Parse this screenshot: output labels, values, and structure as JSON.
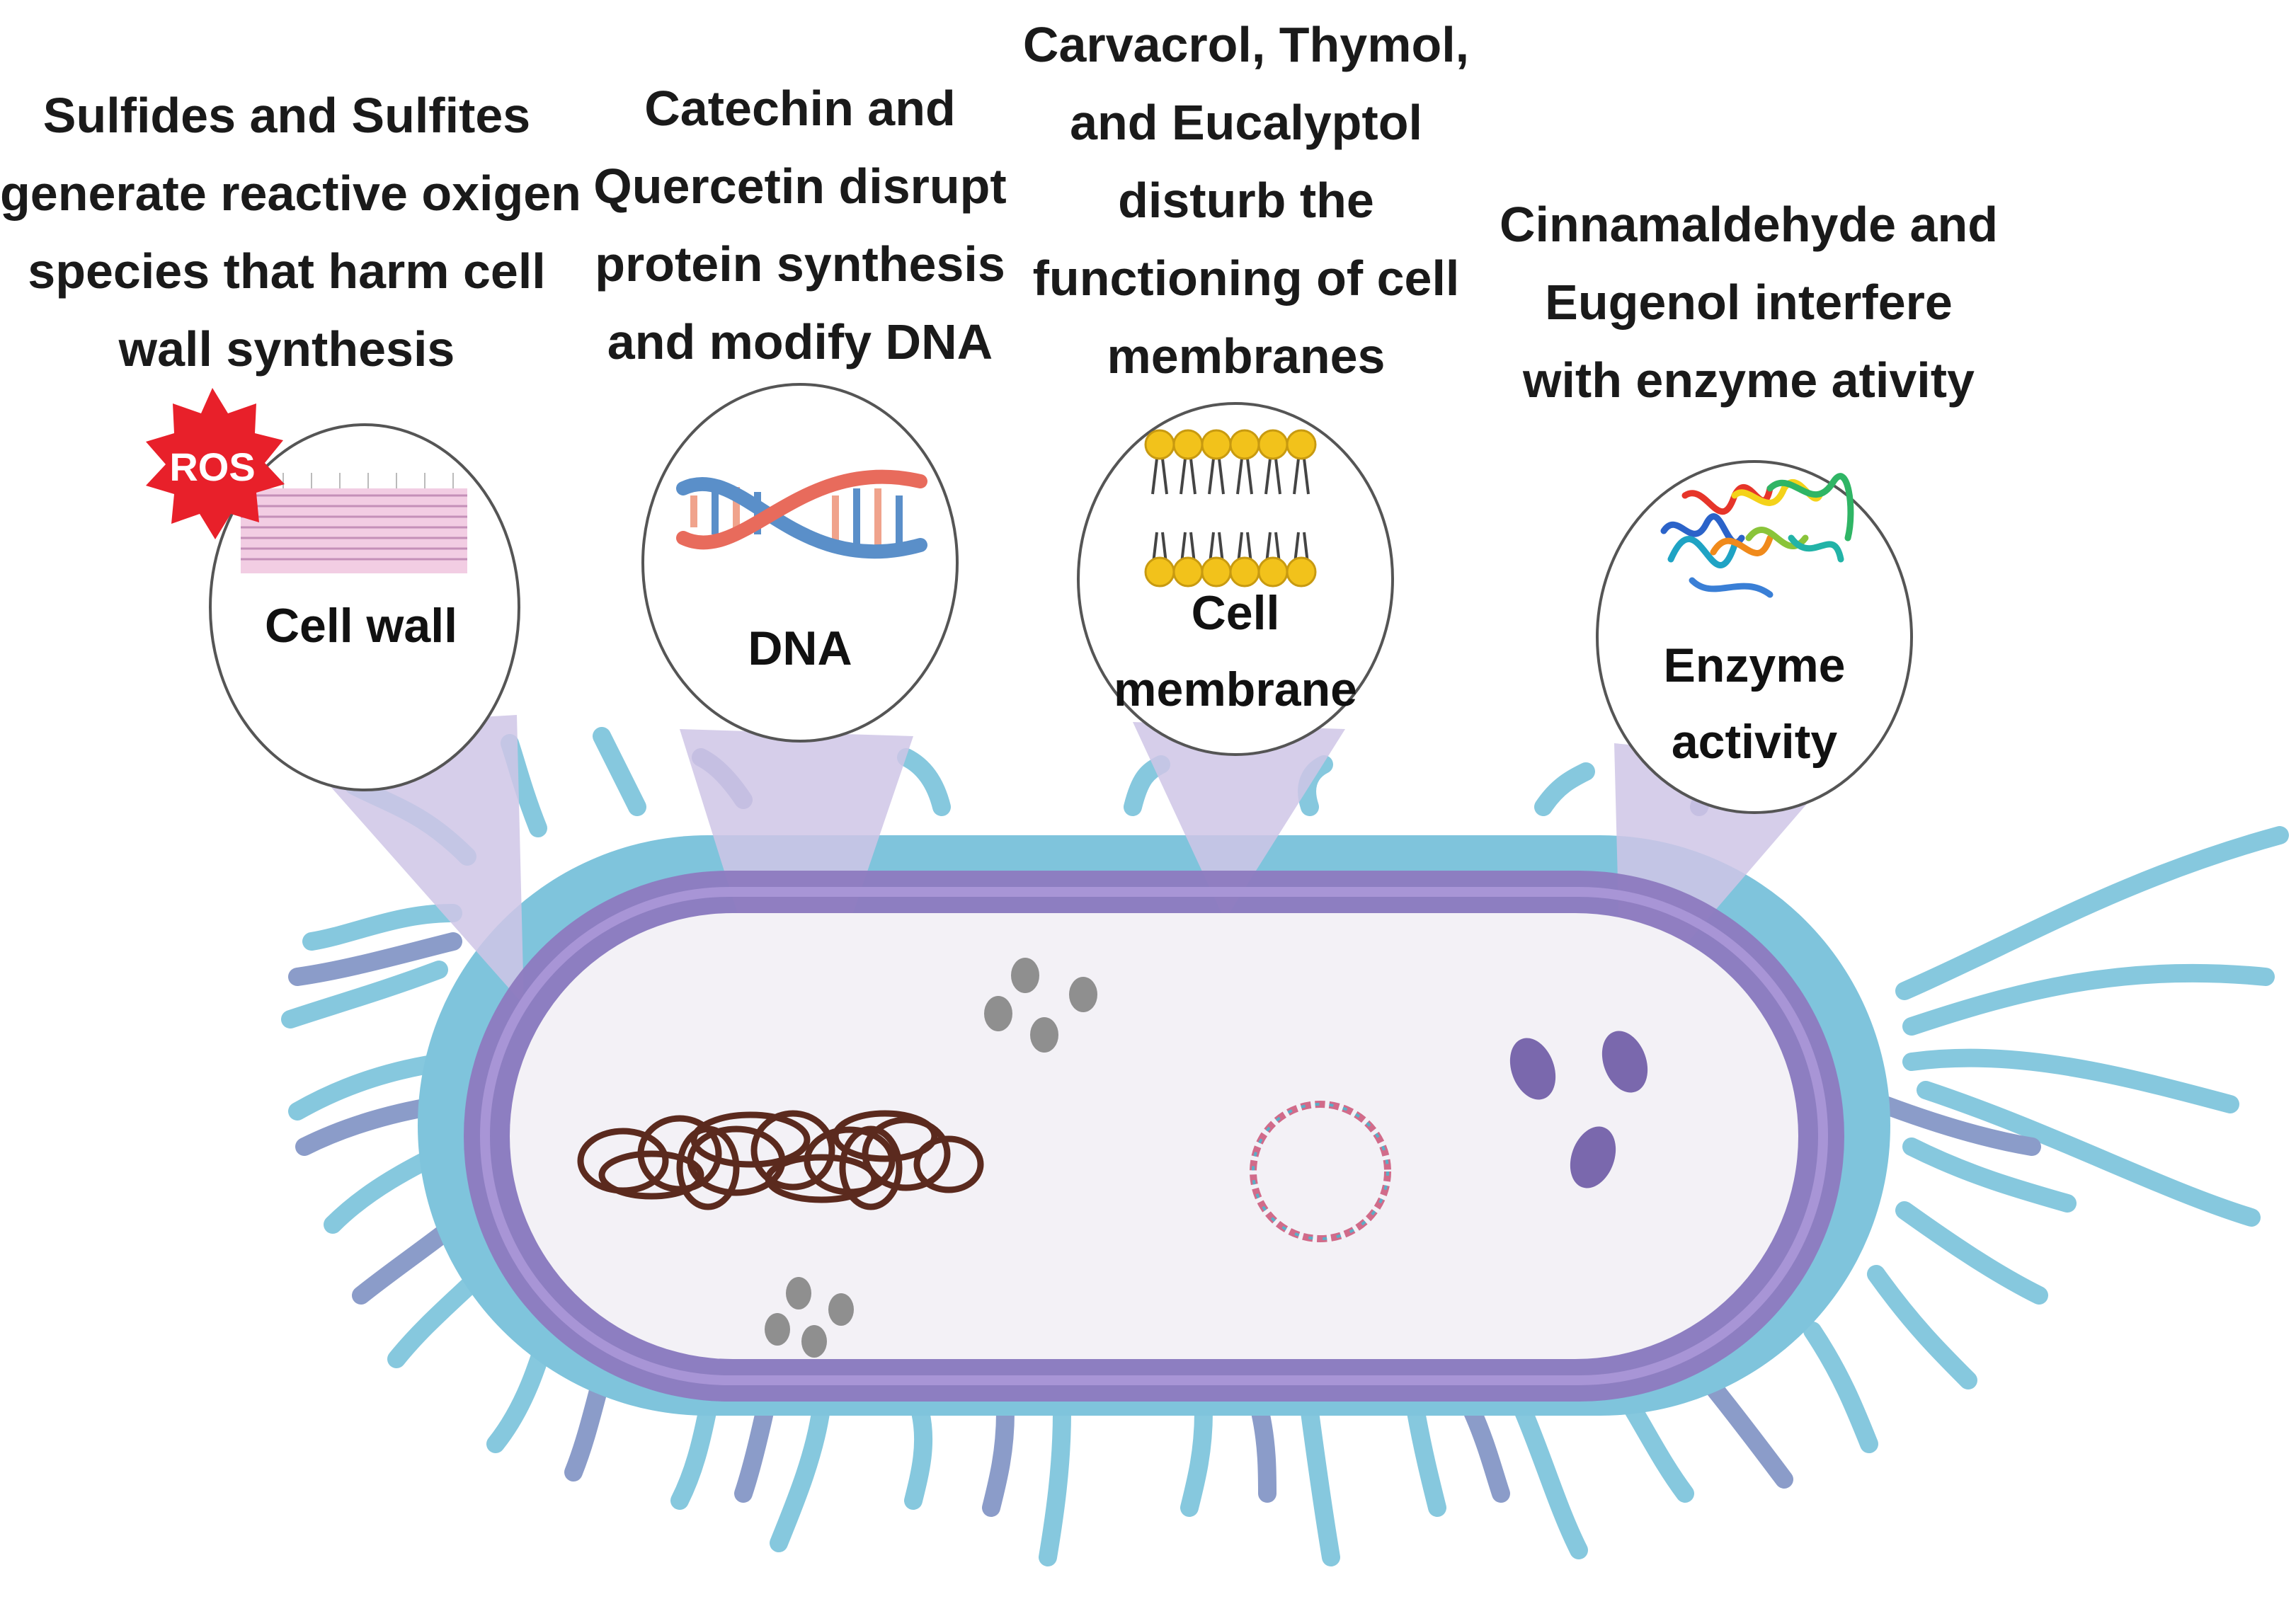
{
  "colors": {
    "wall_outer": "#8e7bbf",
    "wall_inner": "#a895d6",
    "cytoplasm": "#f3f1f6",
    "appendage_light": "#86c8de",
    "appendage_dark": "#8b9cc9",
    "beam": "#cfc6e6",
    "ros": "#e8202a",
    "dna_blob": "#5b2a1e",
    "granule": "#8f8f8f",
    "enzyme_granule": "#7a68ad"
  },
  "captions": {
    "cell_wall": [
      "Sulfides and Sulfites",
      "generate reactive oxigen",
      "species that harm cell",
      "wall synthesis"
    ],
    "dna": [
      "Catechin and",
      "Quercetin disrupt",
      "protein synthesis",
      "and modify DNA"
    ],
    "membrane": [
      "Carvacrol, Thymol,",
      "and Eucalyptol",
      "disturb the",
      "functioning of cell",
      "membranes"
    ],
    "enzyme": [
      "Cinnamaldehyde and",
      "Eugenol interfere",
      "with enzyme ativity"
    ]
  },
  "bubbles": {
    "cell_wall": [
      "Cell wall"
    ],
    "dna": [
      "DNA"
    ],
    "membrane": [
      "Cell",
      "membrane"
    ],
    "enzyme": [
      "Enzyme",
      "activity"
    ]
  },
  "badge": {
    "ros": "ROS"
  },
  "icons": {
    "cell_wall": "cell-wall-layers-icon",
    "dna": "dna-helix-icon",
    "membrane": "lipid-bilayer-icon",
    "enzyme": "protein-structure-icon"
  }
}
